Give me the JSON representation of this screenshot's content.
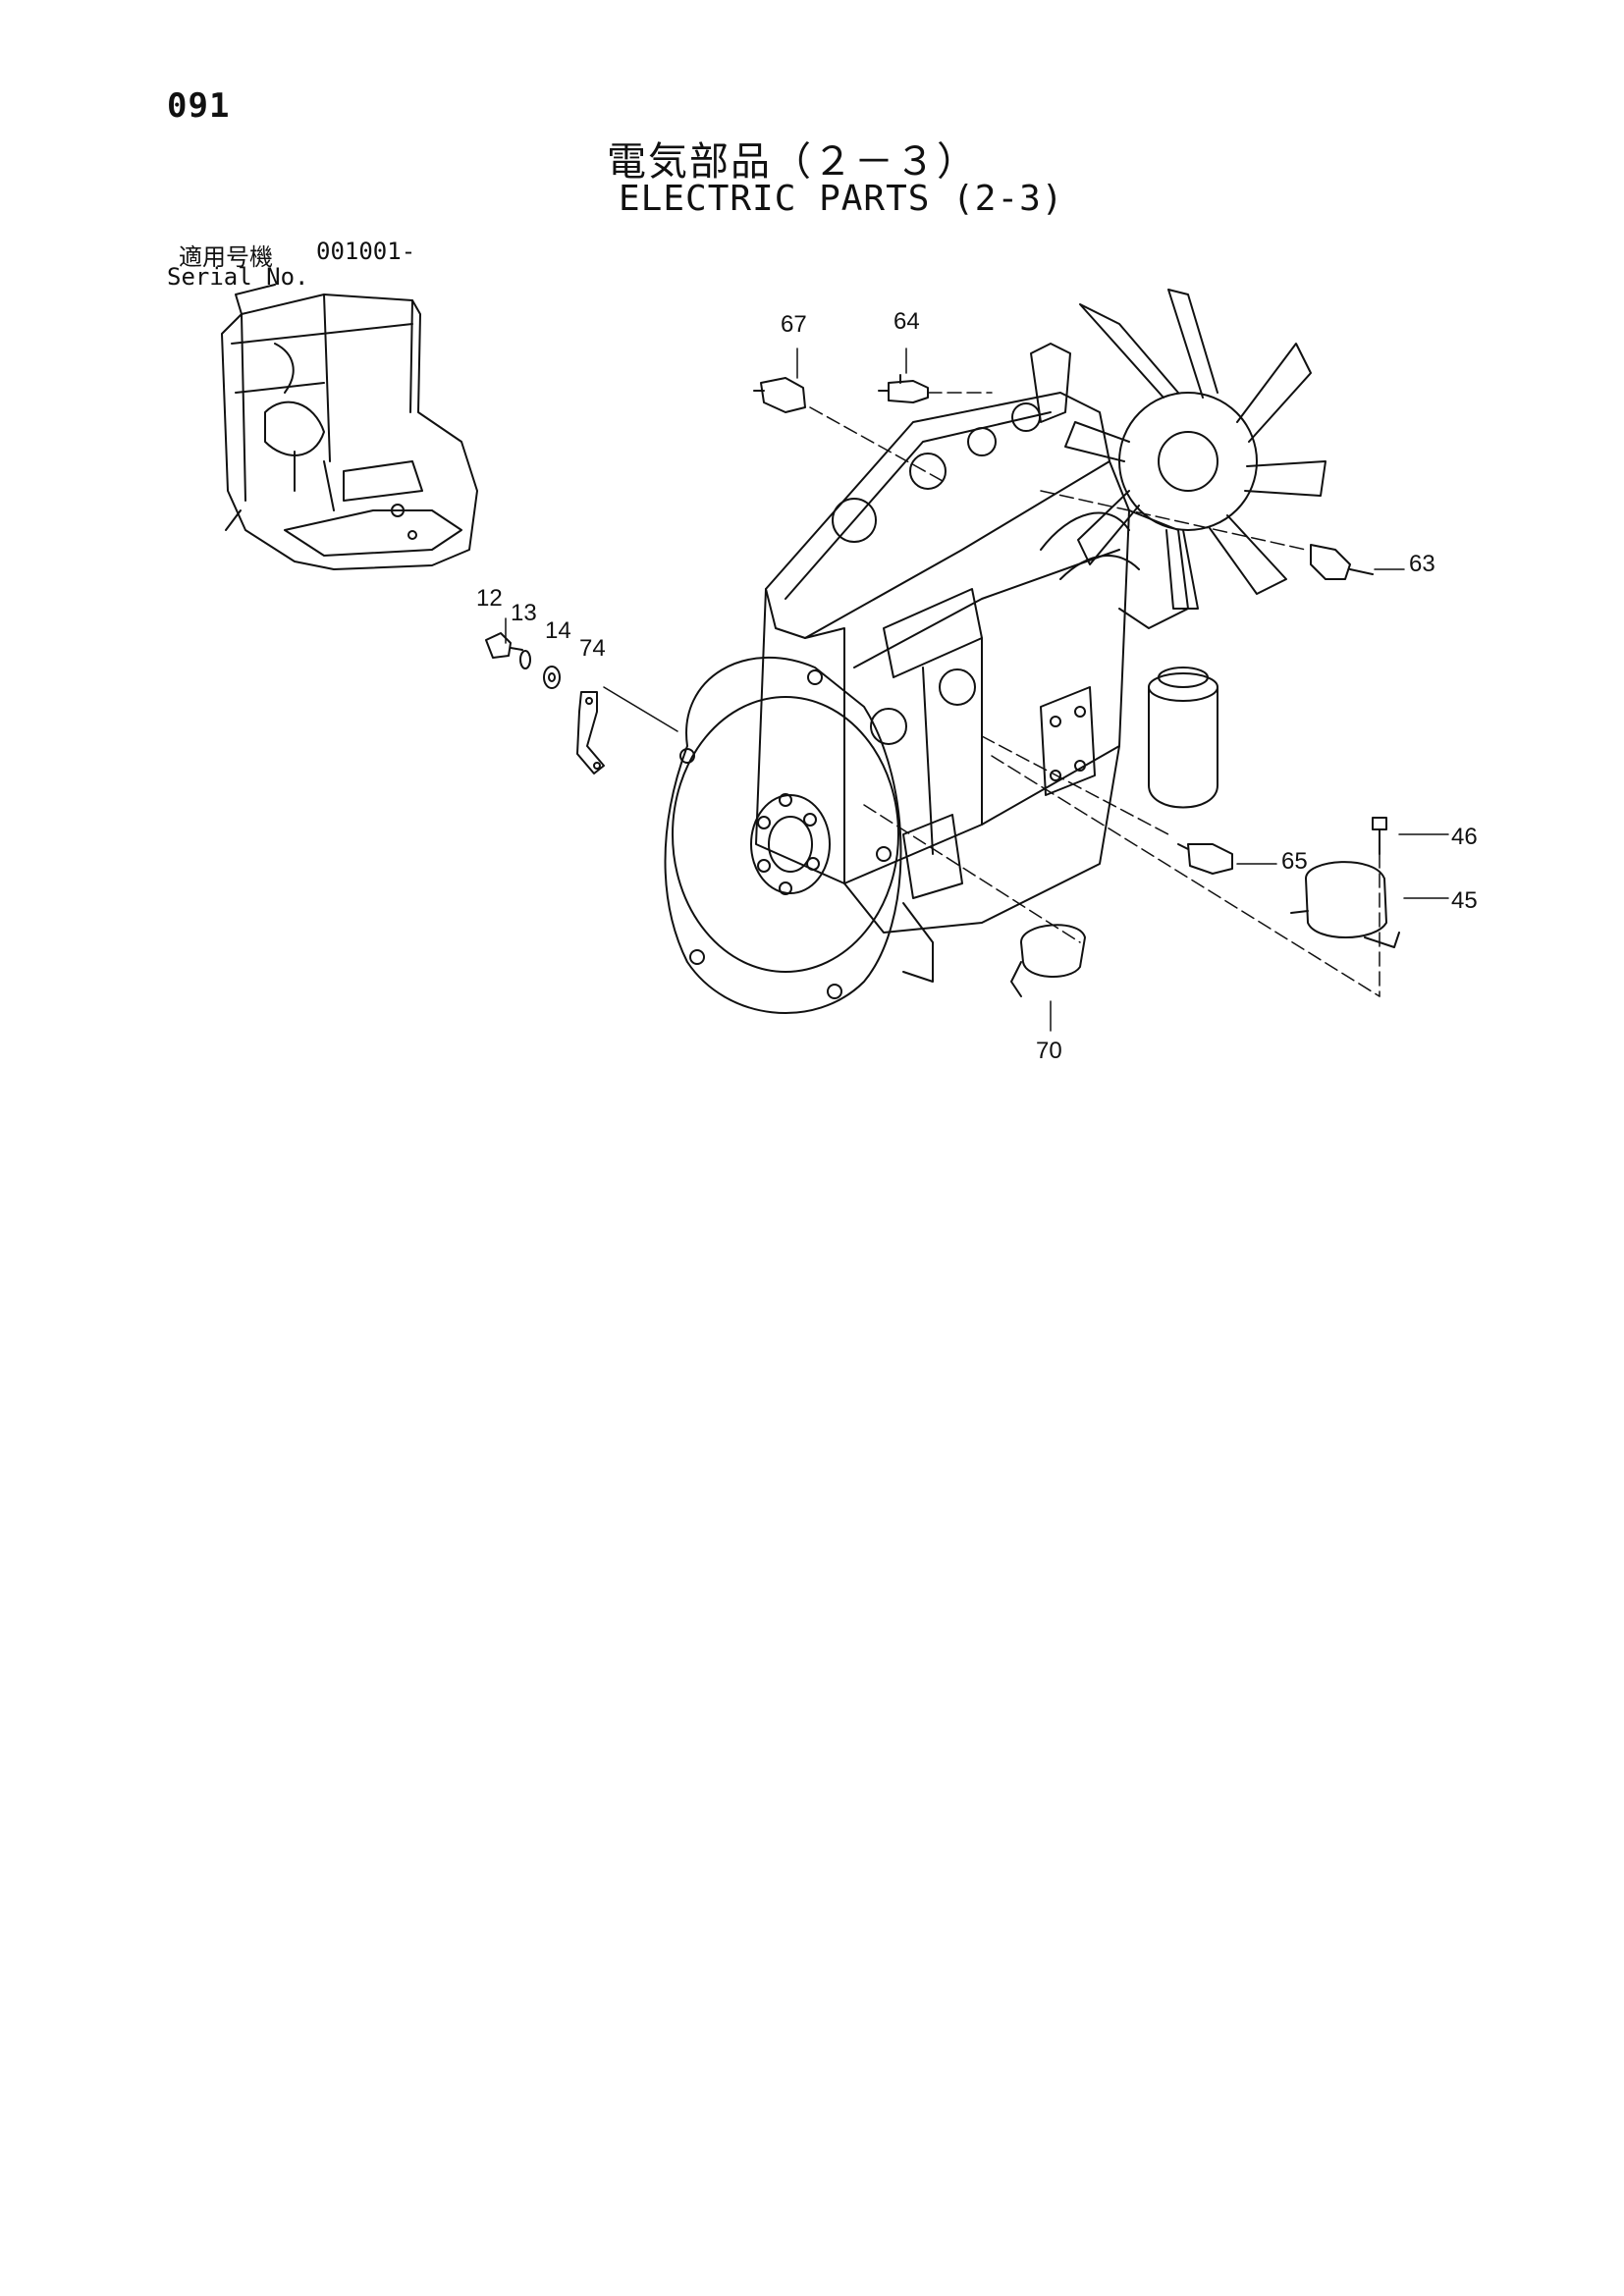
{
  "page_number": "091",
  "title": {
    "japanese": "電気部品（２－３）",
    "english": "ELECTRIC PARTS (2-3)"
  },
  "serial": {
    "label_japanese": "適用号機",
    "value": "001001-",
    "label_english": "Serial No."
  },
  "callouts": {
    "c12": "12",
    "c13": "13",
    "c14": "14",
    "c74": "74",
    "c67": "67",
    "c64": "64",
    "c63": "63",
    "c65": "65",
    "c46": "46",
    "c45": "45",
    "c70": "70"
  },
  "colors": {
    "ink": "#111111",
    "paper": "#ffffff"
  }
}
